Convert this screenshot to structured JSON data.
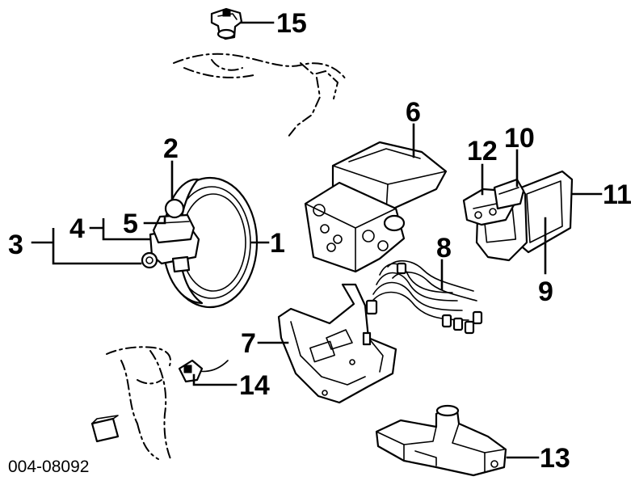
{
  "figure_id": "004-08092",
  "callouts": {
    "c1": "1",
    "c2": "2",
    "c3": "3",
    "c4": "4",
    "c5": "5",
    "c6": "6",
    "c7": "7",
    "c8": "8",
    "c9": "9",
    "c10": "10",
    "c11": "11",
    "c12": "12",
    "c13": "13",
    "c14": "14",
    "c15": "15"
  }
}
